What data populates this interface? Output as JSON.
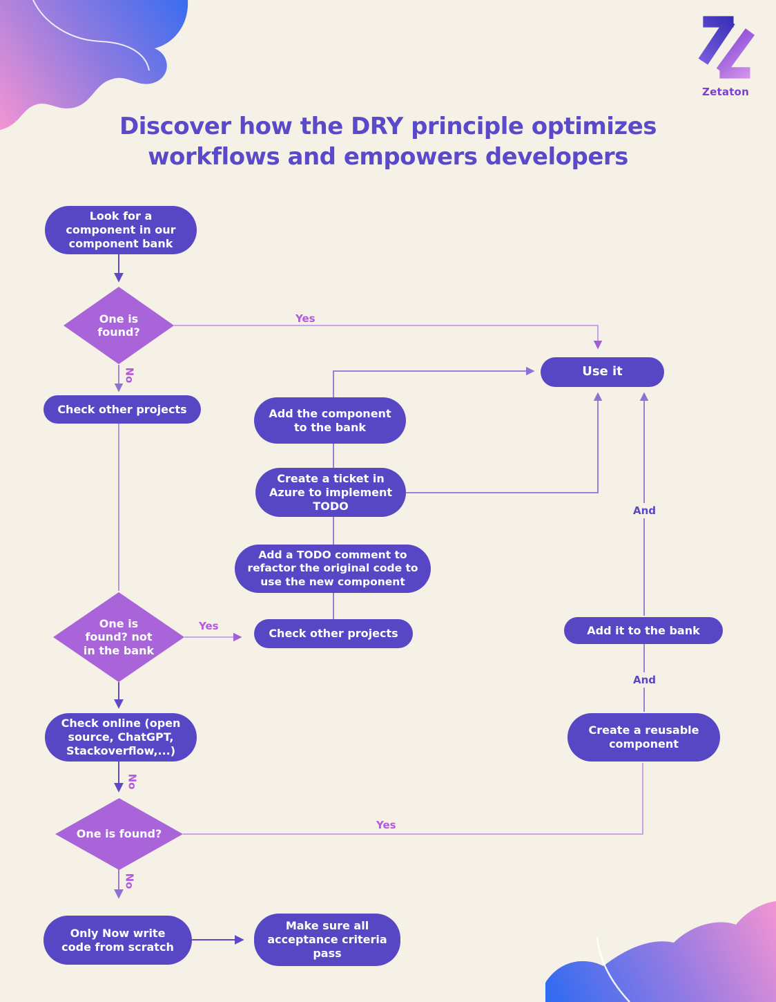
{
  "brand": {
    "name": "Zetaton"
  },
  "title": {
    "text": "Discover how the DRY principle optimizes workflows and empowers developers"
  },
  "labels": {
    "yes": "Yes",
    "no": "No",
    "and": "And"
  },
  "nodes": {
    "start": {
      "label": "Look for a component in our component  bank"
    },
    "decision_one_found": {
      "label": "One is found?"
    },
    "use_it": {
      "label": "Use it"
    },
    "check_other_projects": {
      "label": "Check other projects"
    },
    "add_component_to_bank": {
      "label": "Add the component to the bank"
    },
    "create_ticket_azure": {
      "label": "Create a ticket in Azure to implement TODO"
    },
    "add_todo_comment": {
      "label": "Add a TODO comment to refactor the original code to use the new component"
    },
    "check_other_projects_2": {
      "label": "Check other projects"
    },
    "decision_found_not_in_bank": {
      "label": "One is found? not in the bank"
    },
    "check_online": {
      "label": "Check online (open source, ChatGPT, Stackoverflow,...)"
    },
    "decision_one_found_2": {
      "label": "One is found?"
    },
    "add_it_to_bank": {
      "label": "Add it to the bank"
    },
    "create_reusable_component": {
      "label": "Create a reusable component"
    },
    "write_code_from_scratch": {
      "label": "Only Now write code from scratch"
    },
    "acceptance_criteria": {
      "label": "Make sure all acceptance criteria pass"
    }
  },
  "colors": {
    "background": "#f6f1e7",
    "node_fill": "#5847c5",
    "diamond_fill": "#a964da",
    "title_text": "#5a49c8",
    "yes_no_label": "#b558dd",
    "and_label": "#5847c5",
    "line_dark": "#5e4ac8",
    "line_medium": "#8d71d4",
    "line_light": "#c19ae6",
    "blob_pink": "#f48fd0",
    "blob_blue": "#2f6bf0"
  }
}
